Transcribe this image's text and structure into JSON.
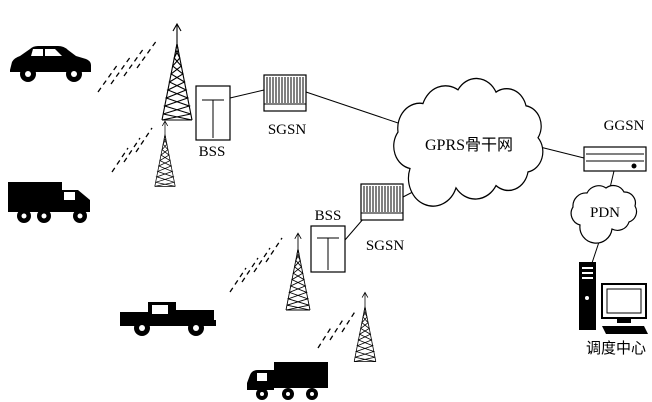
{
  "colors": {
    "ink": "#000000",
    "background": "#ffffff"
  },
  "labels": {
    "bss_1": "BSS",
    "sgsn_1": "SGSN",
    "backbone_cloud": "GPRS骨干网",
    "ggsn": "GGSN",
    "bss_2": "BSS",
    "sgsn_2": "SGSN",
    "pdn_cloud": "PDN",
    "dispatch_center": "调度中心"
  },
  "icons": {
    "vehicles": [
      "car-icon",
      "box-truck-icon",
      "pickup-truck-icon",
      "delivery-truck-icon"
    ],
    "towers": [
      "radio-tower-icon-1",
      "radio-tower-icon-2",
      "radio-tower-icon-3",
      "radio-tower-icon-4"
    ],
    "equipment": [
      "bss-cabinet-icon-1",
      "sgsn-rack-icon-1",
      "bss-cabinet-icon-2",
      "sgsn-rack-icon-2",
      "ggsn-server-icon",
      "dispatch-computer-icon"
    ],
    "signals": [
      "radio-signal-1",
      "radio-signal-2",
      "radio-signal-3",
      "radio-signal-4"
    ]
  },
  "connections": [
    "BSS#1 — SGSN#1",
    "SGSN#1 — GPRS骨干网",
    "GPRS骨干网 — GGSN",
    "GGSN — PDN",
    "PDN — 调度中心",
    "BSS#2 — SGSN#2",
    "SGSN#2 — GPRS骨干网"
  ]
}
